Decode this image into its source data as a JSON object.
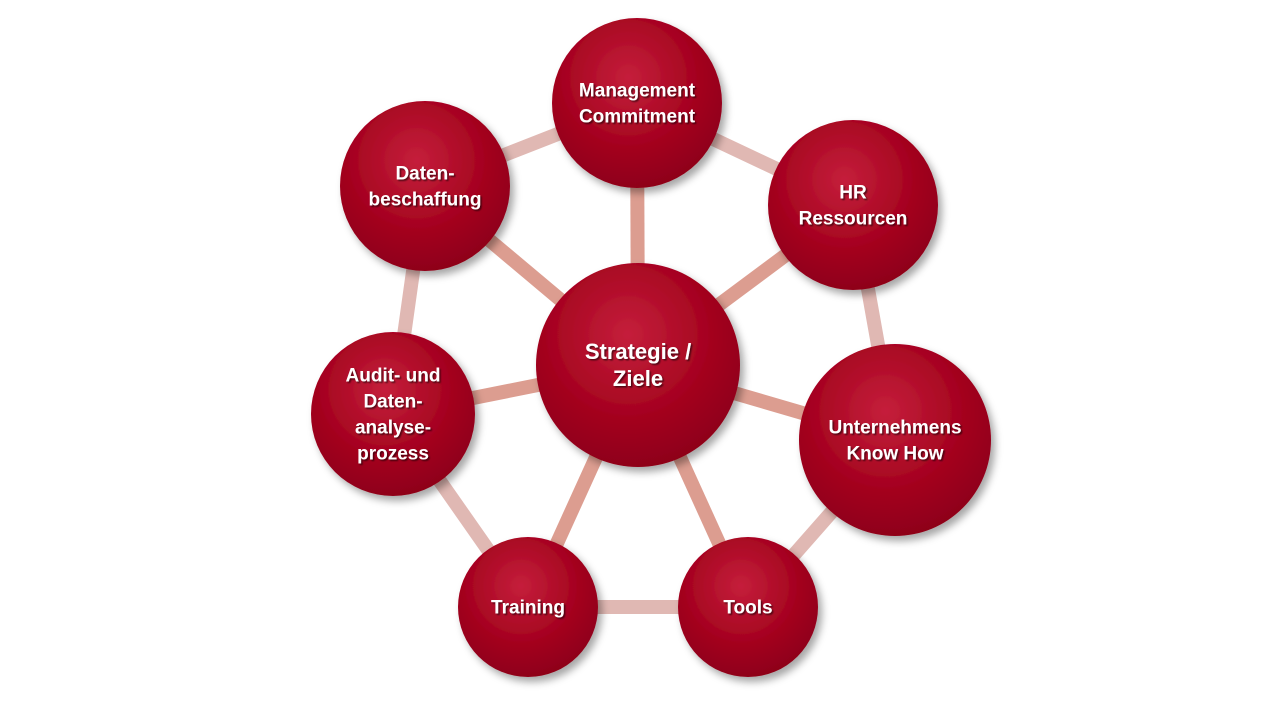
{
  "diagram": {
    "colors": {
      "node_fill": "#a3011e",
      "node_highlight": "#c51f3b",
      "ring": "#e0b8b3",
      "spoke": "#dc9d90",
      "text": "#ffffff"
    },
    "center": {
      "lines": [
        "Strategie /",
        "Ziele"
      ]
    },
    "nodes": [
      {
        "id": "management",
        "lines": [
          "Management",
          "Commitment"
        ]
      },
      {
        "id": "hr",
        "lines": [
          "HR",
          "Ressourcen"
        ]
      },
      {
        "id": "unternehmen",
        "lines": [
          "Unternehmens",
          "Know How"
        ]
      },
      {
        "id": "tools",
        "lines": [
          "Tools"
        ]
      },
      {
        "id": "training",
        "lines": [
          "Training"
        ]
      },
      {
        "id": "audit",
        "lines": [
          "Audit- und",
          "Daten-",
          "analyse-",
          "prozess"
        ]
      },
      {
        "id": "daten",
        "lines": [
          "Daten-",
          "beschaffung"
        ]
      }
    ]
  }
}
